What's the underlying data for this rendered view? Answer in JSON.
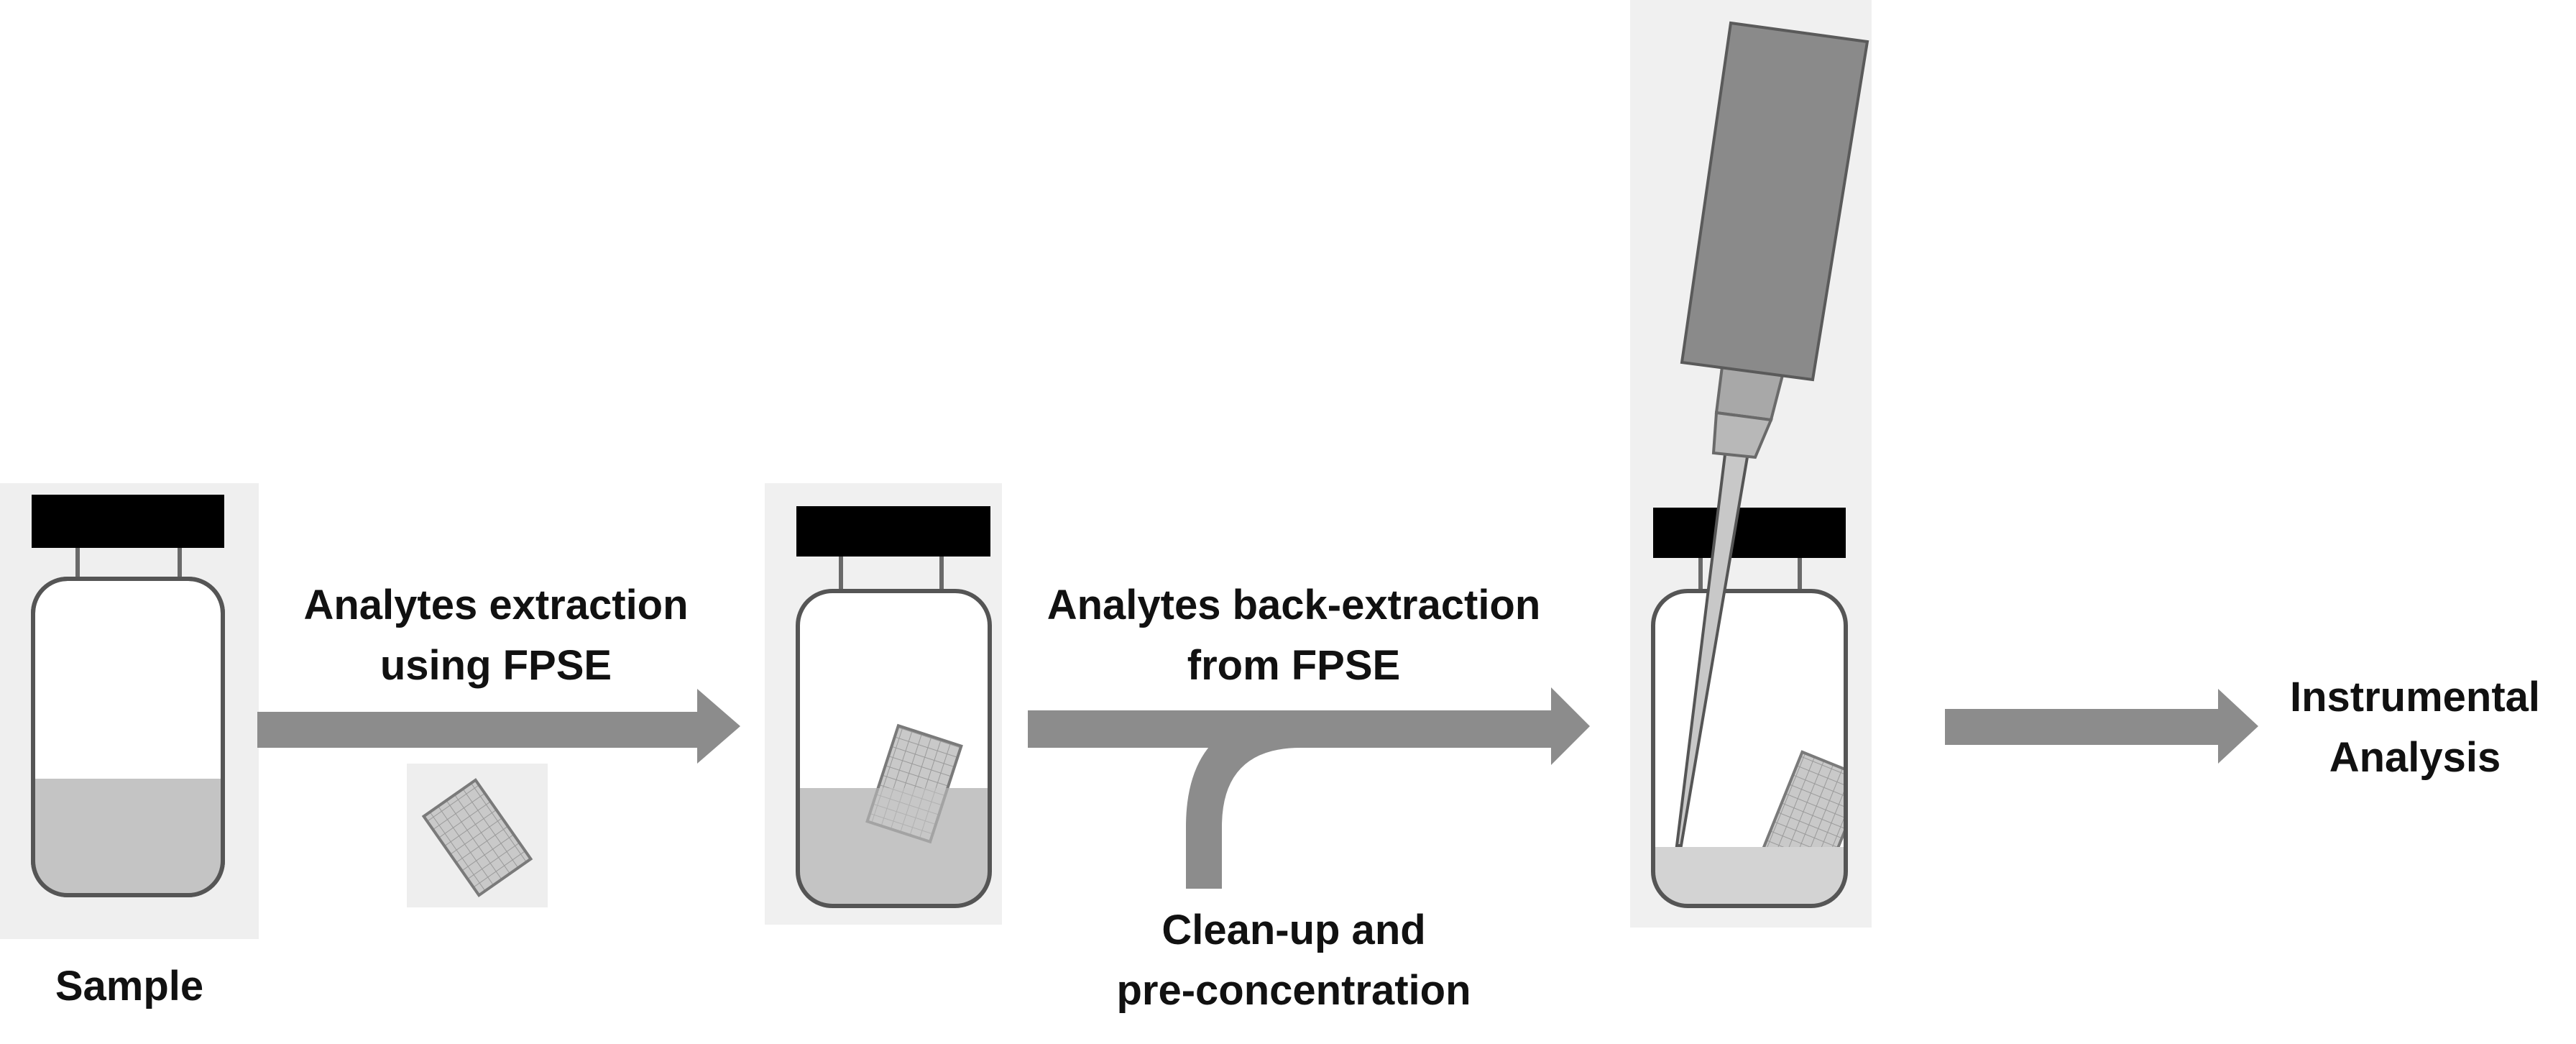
{
  "labels": {
    "sample": "Sample",
    "step1_line1": "Analytes extraction",
    "step1_line2": "using FPSE",
    "step2_line1": "Analytes back-extraction",
    "step2_line2": "from FPSE",
    "cleanup_line1": "Clean-up and",
    "cleanup_line2": "pre-concentration",
    "final_line1": "Instrumental",
    "final_line2": "Analysis"
  },
  "colors": {
    "arrow": "#8c8c8c",
    "cap": "#000000",
    "vial_outline": "#5a5a5a",
    "liquid": "#c4c4c4",
    "membrane": "#bdbdbd",
    "pipette": "#8a8a8a"
  }
}
